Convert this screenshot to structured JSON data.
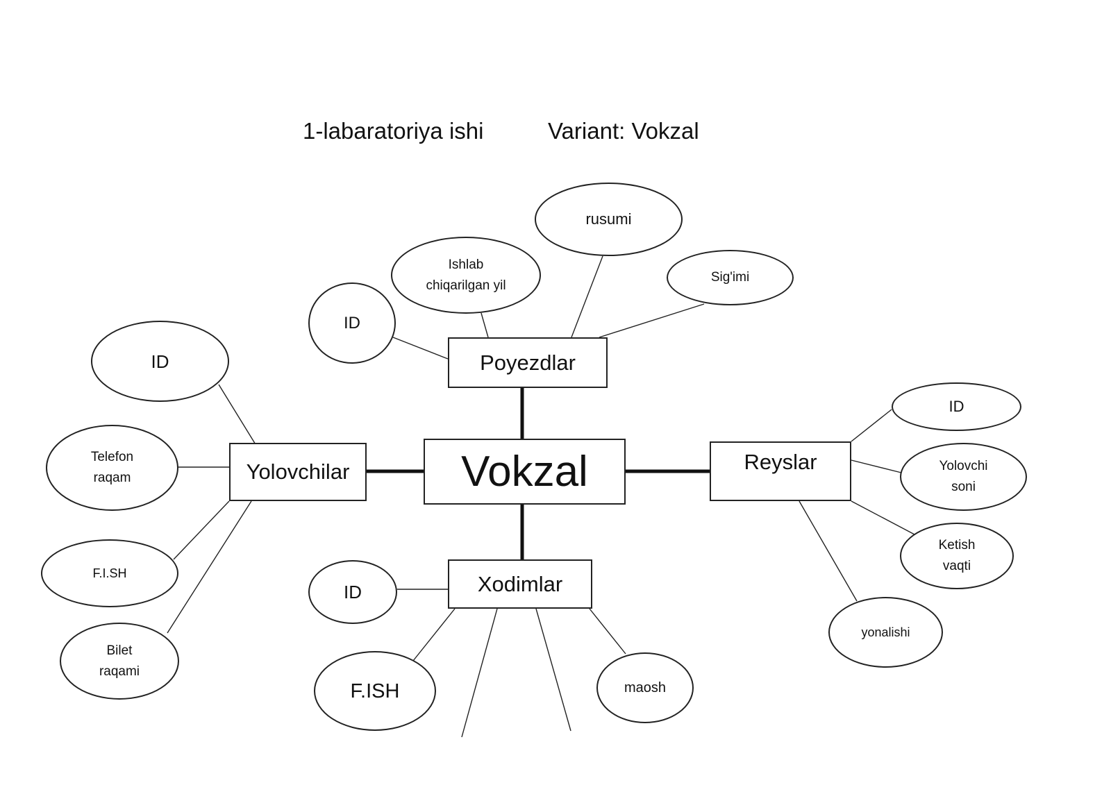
{
  "title": {
    "left": "1-labaratoriya ishi",
    "right": "Variant: Vokzal"
  },
  "center": {
    "label": "Vokzal"
  },
  "entities": {
    "poyezdlar": "Poyezdlar",
    "yolovchilar": "Yolovchilar",
    "reyslar": "Reyslar",
    "xodimlar": "Xodimlar"
  },
  "attributes": {
    "poyezdlar": {
      "id": "ID",
      "year": [
        "Ishlab",
        "chiqarilgan yil"
      ],
      "model": "rusumi",
      "capacity": "Sig'imi"
    },
    "yolovchilar": {
      "id": "ID",
      "phone": [
        "Telefon",
        "raqam"
      ],
      "name": "F.I.SH",
      "ticket": [
        "Bilet",
        "raqami"
      ]
    },
    "reyslar": {
      "id": "ID",
      "passengers": [
        "Yolovchi",
        "soni"
      ],
      "departure": [
        "Ketish",
        "vaqti"
      ],
      "direction": "yonalishi"
    },
    "xodimlar": {
      "id": "ID",
      "name": "F.ISH",
      "salary": "maosh"
    }
  }
}
